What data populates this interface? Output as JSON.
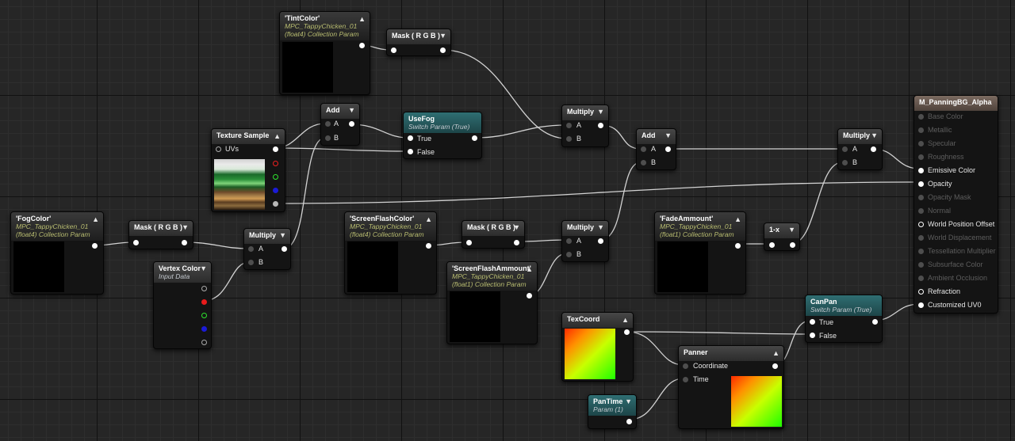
{
  "nodes": {
    "tint_color": {
      "title": "'TintColor'",
      "sub1": "MPC_TappyChicken_01",
      "sub2": "(float4) Collection Param"
    },
    "mask_top": {
      "title": "Mask ( R G B )"
    },
    "add_1": {
      "title": "Add",
      "pins": [
        "A",
        "B"
      ]
    },
    "use_fog": {
      "title": "UseFog",
      "sub1": "Switch Param (True)",
      "pins": [
        "True",
        "False"
      ]
    },
    "multiply_1": {
      "title": "Multiply",
      "pins": [
        "A",
        "B"
      ]
    },
    "add_2": {
      "title": "Add",
      "pins": [
        "A",
        "B"
      ]
    },
    "multiply_2": {
      "title": "Multiply",
      "pins": [
        "A",
        "B"
      ]
    },
    "texture_sample": {
      "title": "Texture Sample",
      "pins": [
        "UVs"
      ]
    },
    "fog_color": {
      "title": "'FogColor'",
      "sub1": "MPC_TappyChicken_01",
      "sub2": "(float4) Collection Param"
    },
    "mask_fog": {
      "title": "Mask ( R G B )"
    },
    "multiply_3": {
      "title": "Multiply",
      "pins": [
        "A",
        "B"
      ]
    },
    "vertex_color": {
      "title": "Vertex Color",
      "sub1": "Input Data"
    },
    "screen_flash_color": {
      "title": "'ScreenFlashColor'",
      "sub1": "MPC_TappyChicken_01",
      "sub2": "(float4) Collection Param"
    },
    "mask_flash": {
      "title": "Mask ( R G B )"
    },
    "multiply_4": {
      "title": "Multiply",
      "pins": [
        "A",
        "B"
      ]
    },
    "screen_flash_amount": {
      "title": "'ScreenFlashAmmount'",
      "sub1": "MPC_TappyChicken_01",
      "sub2": "(float1) Collection Param"
    },
    "fade_amount": {
      "title": "'FadeAmmount'",
      "sub1": "MPC_TappyChicken_01",
      "sub2": "(float1) Collection Param"
    },
    "one_minus_x": {
      "title": "1-x"
    },
    "tex_coord": {
      "title": "TexCoord"
    },
    "panner": {
      "title": "Panner",
      "pins": [
        "Coordinate",
        "Time"
      ]
    },
    "pan_time": {
      "title": "PanTime",
      "sub1": "Param (1)"
    },
    "can_pan": {
      "title": "CanPan",
      "sub1": "Switch Param (True)",
      "pins": [
        "True",
        "False"
      ]
    },
    "material_output": {
      "title": "M_PanningBG_Alpha",
      "pins": [
        "Base Color",
        "Metallic",
        "Specular",
        "Roughness",
        "Emissive Color",
        "Opacity",
        "Opacity Mask",
        "Normal",
        "World Position Offset",
        "World Displacement",
        "Tessellation Multiplier",
        "Subsurface Color",
        "Ambient Occlusion",
        "Refraction",
        "Customized UV0"
      ]
    }
  },
  "colors": {
    "canvas": "#262626",
    "node_body": "#141414",
    "node_header": "#3c3c3c",
    "param_header": "#2f6e72",
    "output_header": "#7b6a60",
    "subtitle": "#b9bd71",
    "wire": "#d0d0d0"
  }
}
